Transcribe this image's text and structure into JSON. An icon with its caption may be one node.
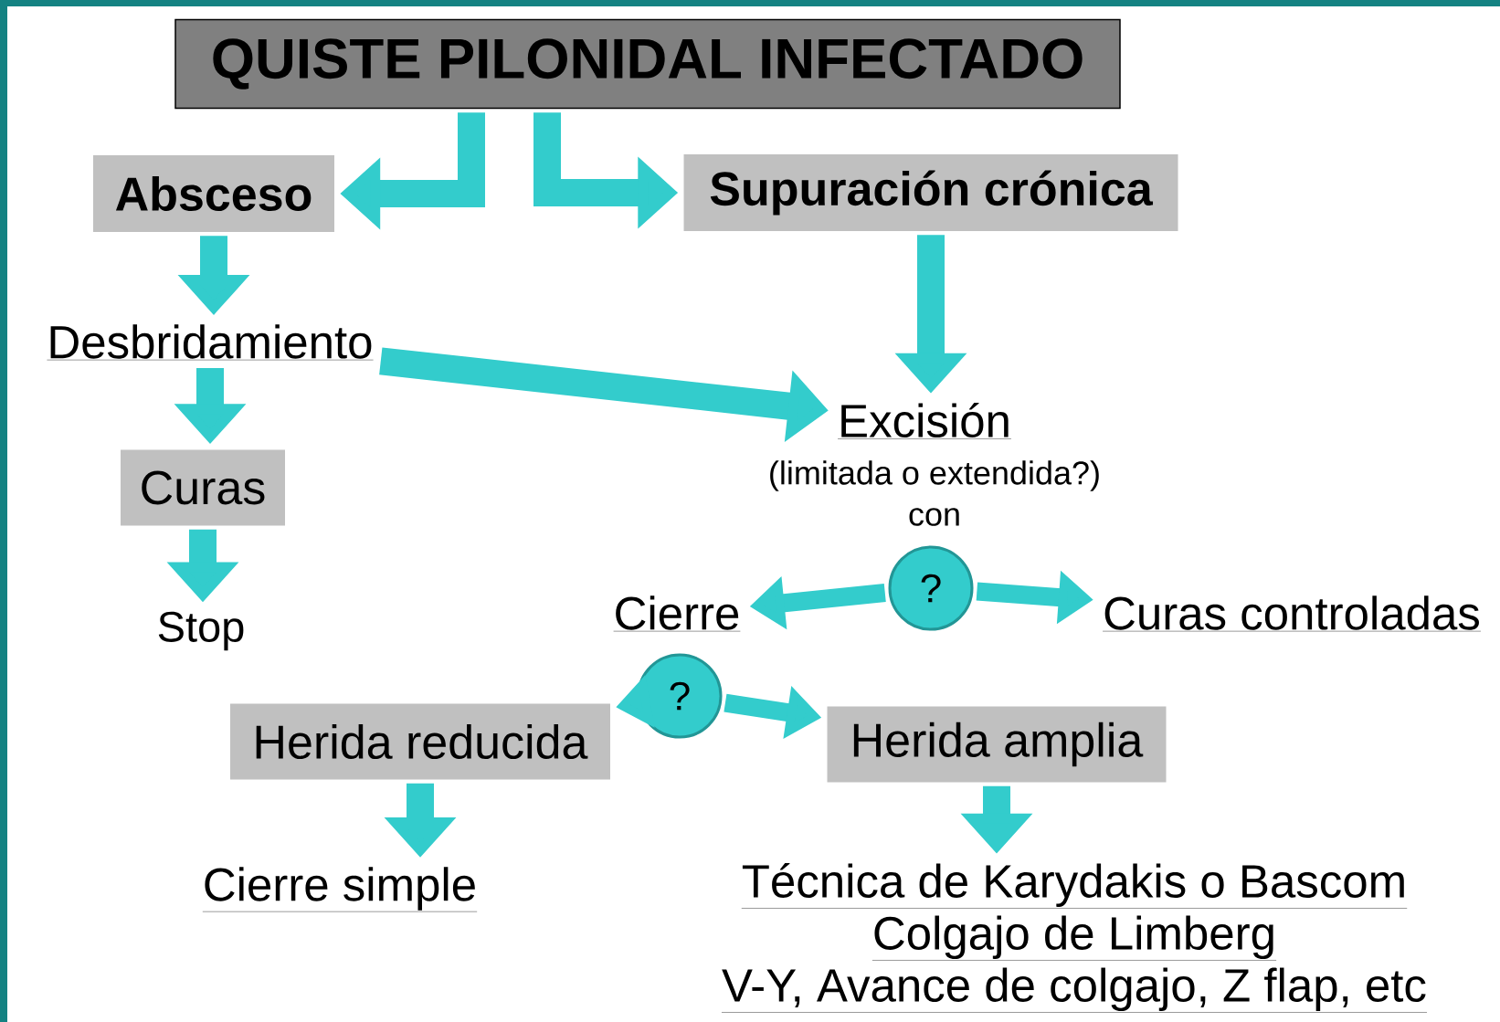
{
  "diagram": {
    "nodes": [
      {
        "text": [
          "QUISTE PILONIDAL INFECTADO"
        ]
      },
      {
        "text": [
          "Absceso"
        ]
      },
      {
        "text": [
          "Supuración crónica"
        ]
      },
      {
        "text": [
          "Desbridamiento"
        ]
      },
      {
        "text": [
          "Curas"
        ]
      },
      {
        "text": [
          "Stop"
        ]
      },
      {
        "text": [
          "Excisión"
        ],
        "beside": [
          "(limitada o extendida?)",
          "con"
        ]
      },
      {
        "text": [
          "?"
        ]
      },
      {
        "text": [
          "Cierre"
        ]
      },
      {
        "text": [
          "Curas controladas"
        ]
      },
      {
        "text": [
          "?"
        ]
      },
      {
        "text": [
          "Herida reducida"
        ]
      },
      {
        "text": [
          "Herida amplia"
        ]
      },
      {
        "text": [
          "Cierre simple"
        ]
      },
      {
        "text": [
          "Técnica de Karydakis o Bascom",
          "Colgajo de Limberg",
          "V-Y, Avance de colgajo, Z flap, etc"
        ]
      }
    ],
    "edges": [
      {
        "from": 0,
        "to": 1,
        "arrow": "to"
      },
      {
        "from": 0,
        "to": 2,
        "arrow": "to"
      },
      {
        "from": 1,
        "to": 3,
        "arrow": "to"
      },
      {
        "from": 3,
        "to": 4,
        "arrow": "to"
      },
      {
        "from": 4,
        "to": 5,
        "arrow": "to"
      },
      {
        "from": 3,
        "to": 6,
        "arrow": "to"
      },
      {
        "from": 2,
        "to": 6,
        "arrow": "to"
      },
      {
        "from": 7,
        "to": 8,
        "arrow": "to"
      },
      {
        "from": 7,
        "to": 9,
        "arrow": "to"
      },
      {
        "from": 10,
        "to": 11,
        "arrow": "to"
      },
      {
        "from": 10,
        "to": 12,
        "arrow": "to"
      },
      {
        "from": 11,
        "to": 13,
        "arrow": "to"
      },
      {
        "from": 12,
        "to": 14,
        "arrow": "to"
      }
    ]
  }
}
